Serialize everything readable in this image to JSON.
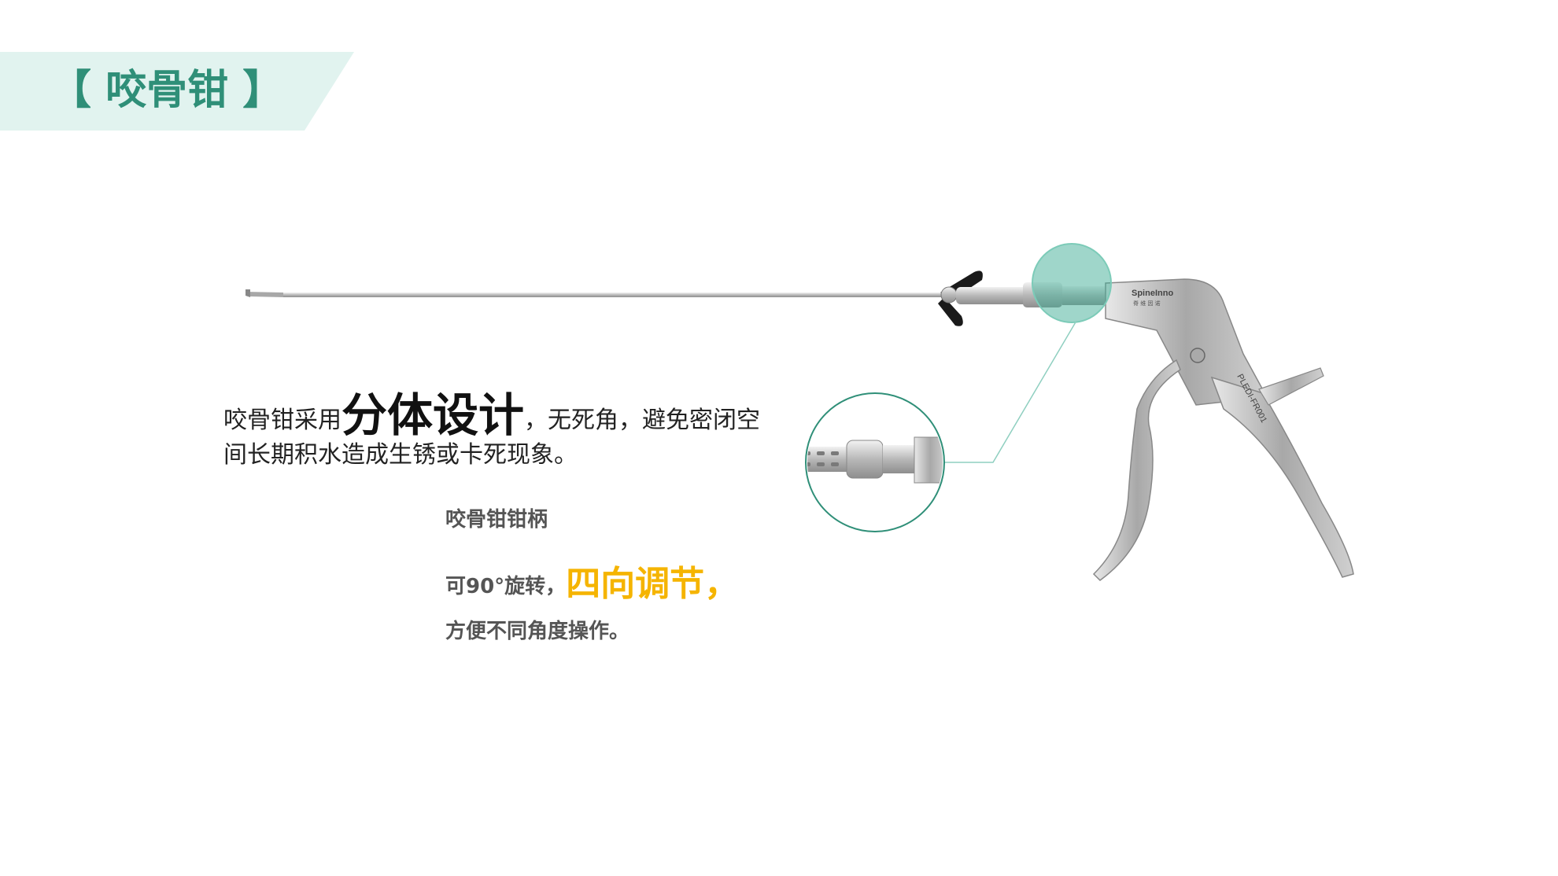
{
  "header": {
    "title": "【 咬骨钳 】"
  },
  "description": {
    "prefix": "咬骨钳采用",
    "highlight": "分体设计",
    "suffix": "，无死角，避免密闭空",
    "line2": "间长期积水造成生锈或卡死现象。"
  },
  "handle_section": {
    "title": "咬骨钳钳柄",
    "rotate_prefix": "可90°旋转，",
    "rotate_highlight": "四向调节，",
    "ops": "方便不同角度操作。"
  },
  "product": {
    "brand": "SpineInno",
    "brand_sub": "脊 维 因 诺",
    "model": "PLEDI-FR001"
  },
  "colors": {
    "accent_green": "#2f8f78",
    "banner_bg": "#e1f3ef",
    "highlight_yellow": "#f5b400"
  }
}
